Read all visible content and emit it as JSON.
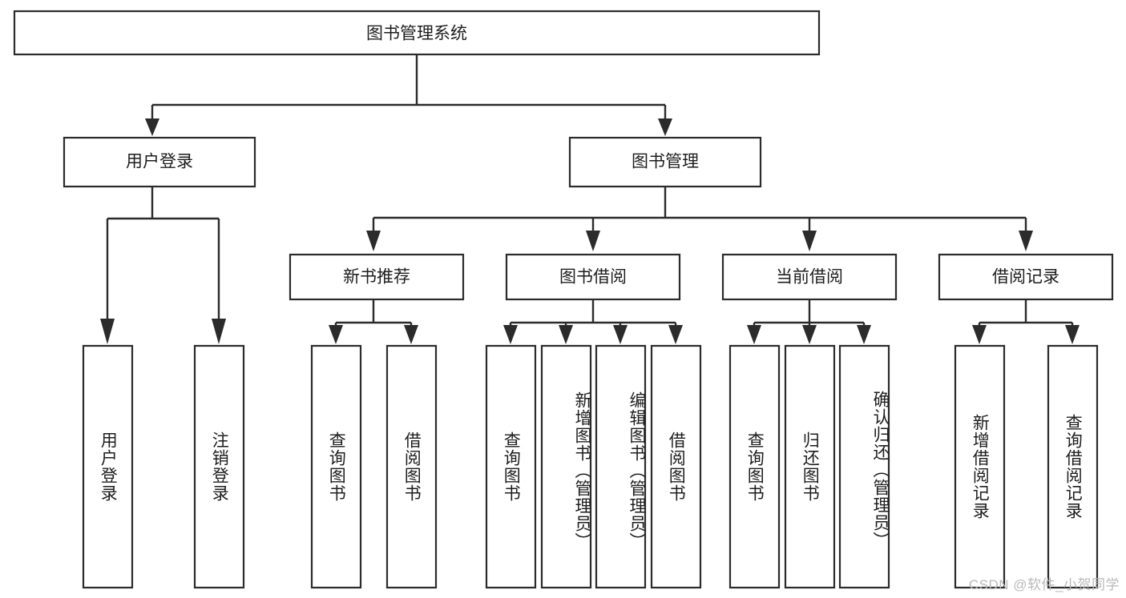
{
  "diagram": {
    "type": "tree",
    "title": "图书管理系统",
    "watermark": "CSDN @软件_小贺同学",
    "root": {
      "id": "root",
      "label": "图书管理系统",
      "orientation": "horizontal"
    },
    "level2": [
      {
        "id": "user-login",
        "label": "用户登录",
        "orientation": "horizontal"
      },
      {
        "id": "book-manage",
        "label": "图书管理",
        "orientation": "horizontal"
      }
    ],
    "level3": [
      {
        "id": "new-book-rec",
        "label": "新书推荐",
        "orientation": "horizontal",
        "parent": "book-manage"
      },
      {
        "id": "book-borrow",
        "label": "图书借阅",
        "orientation": "horizontal",
        "parent": "book-manage"
      },
      {
        "id": "current-borrow",
        "label": "当前借阅",
        "orientation": "horizontal",
        "parent": "book-manage"
      },
      {
        "id": "borrow-record",
        "label": "借阅记录",
        "orientation": "horizontal",
        "parent": "book-manage"
      }
    ],
    "leaves": [
      {
        "id": "leaf-user-login",
        "label": "用户登录",
        "parent": "user-login"
      },
      {
        "id": "leaf-logout-login",
        "label": "注销登录",
        "parent": "user-login"
      },
      {
        "id": "leaf-query-book-1",
        "label": "查询图书",
        "parent": "new-book-rec"
      },
      {
        "id": "leaf-borrow-book-1",
        "label": "借阅图书",
        "parent": "new-book-rec"
      },
      {
        "id": "leaf-query-book-2",
        "label": "查询图书",
        "parent": "book-borrow"
      },
      {
        "id": "leaf-add-book",
        "label": "新增图书（管理员）",
        "parent": "book-borrow"
      },
      {
        "id": "leaf-edit-book",
        "label": "编辑图书（管理员）",
        "parent": "book-borrow"
      },
      {
        "id": "leaf-borrow-book-2",
        "label": "借阅图书",
        "parent": "book-borrow"
      },
      {
        "id": "leaf-query-book-3",
        "label": "查询图书",
        "parent": "current-borrow"
      },
      {
        "id": "leaf-return-book",
        "label": "归还图书",
        "parent": "current-borrow"
      },
      {
        "id": "leaf-confirm-return",
        "label": "确认归还（管理员）",
        "parent": "current-borrow"
      },
      {
        "id": "leaf-add-record",
        "label": "新增借阅记录",
        "parent": "borrow-record"
      },
      {
        "id": "leaf-query-record",
        "label": "查询借阅记录",
        "parent": "borrow-record"
      }
    ],
    "colors": {
      "stroke": "#2b2b2b",
      "fill": "#ffffff",
      "text": "#1d1d1d",
      "watermark": "#b9b9b9"
    }
  }
}
